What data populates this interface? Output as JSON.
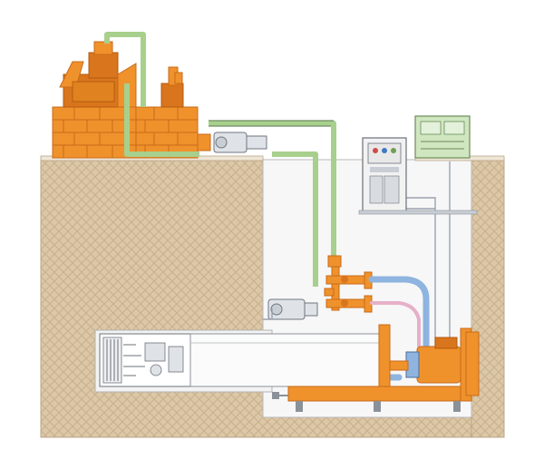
{
  "colors": {
    "soil": "#dcc7a6",
    "equipment_orange": "#f0922c",
    "slurry_pipe_green": "#a8d08d",
    "return_pipe_blue": "#8eb4df",
    "pipe_pink": "#e6b0c8",
    "machine_grey": "#dfe3e8",
    "control_panel_green": "#cfe6c0"
  },
  "components": {
    "separation_plant": "separation-plant",
    "slurry_pump": "slurry-pump",
    "control_panel": "control-panel",
    "operation_console": "operation-console",
    "jacking_frame": "jacking-frame",
    "tunnel_boring_machine": "tunnel-boring-machine",
    "drive_shaft": "drive-shaft"
  }
}
